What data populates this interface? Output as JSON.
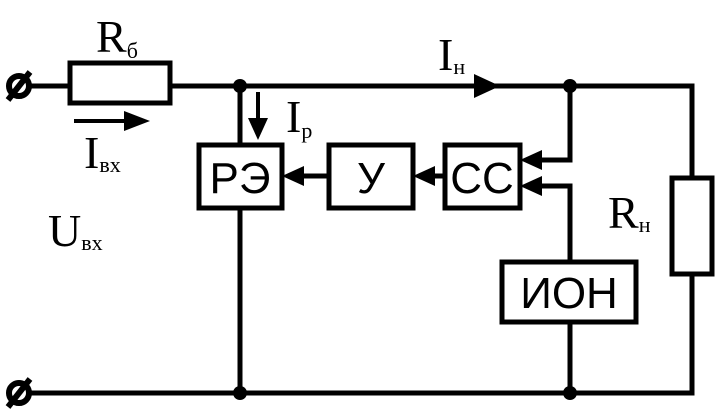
{
  "diagram": {
    "labels": {
      "r_ballast": {
        "main": "R",
        "sub": "б"
      },
      "i_load": {
        "main": "I",
        "sub": "н"
      },
      "i_reg": {
        "main": "I",
        "sub": "р"
      },
      "i_in": {
        "main": "I",
        "sub": "вх"
      },
      "u_in": {
        "main": "U",
        "sub": "вх"
      },
      "r_load": {
        "main": "R",
        "sub": "н"
      }
    },
    "blocks": {
      "re": "РЭ",
      "u": "У",
      "ss": "СС",
      "ion": "ИОН"
    }
  }
}
